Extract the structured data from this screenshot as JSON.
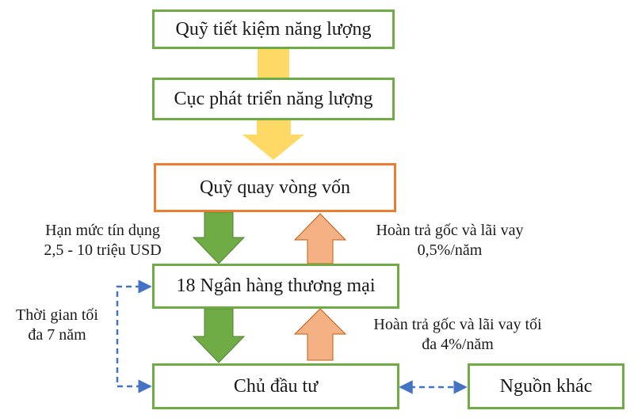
{
  "boxes": {
    "fund_energy_saving": "Quỹ tiết kiệm năng lượng",
    "energy_dev_dept": "Cục phát triển năng lượng",
    "revolving_fund": "Quỹ quay vòng vốn",
    "commercial_banks": "18 Ngân hàng thương mại",
    "investor": "Chủ đầu tư",
    "other_sources": "Nguồn khác"
  },
  "labels": {
    "credit_limit_line1": "Hạn mức tín dụng",
    "credit_limit_line2": "2,5 - 10 triệu USD",
    "repay_fund_line1": "Hoàn trả gốc và lãi vay",
    "repay_fund_line2": "0,5%/năm",
    "repay_bank_line1": "Hoàn trả gốc và lãi vay tối",
    "repay_bank_line2": "đa 4%/năm",
    "term_line1": "Thời gian tối",
    "term_line2": "đa 7 năm"
  },
  "colors": {
    "box_green_border": "#6fac46",
    "box_orange_border": "#ed7d31",
    "arrow_yellow": "#ffd966",
    "arrow_green": "#6fac46",
    "arrow_salmon": "#f4b183",
    "dashed_connector": "#4472c4"
  }
}
